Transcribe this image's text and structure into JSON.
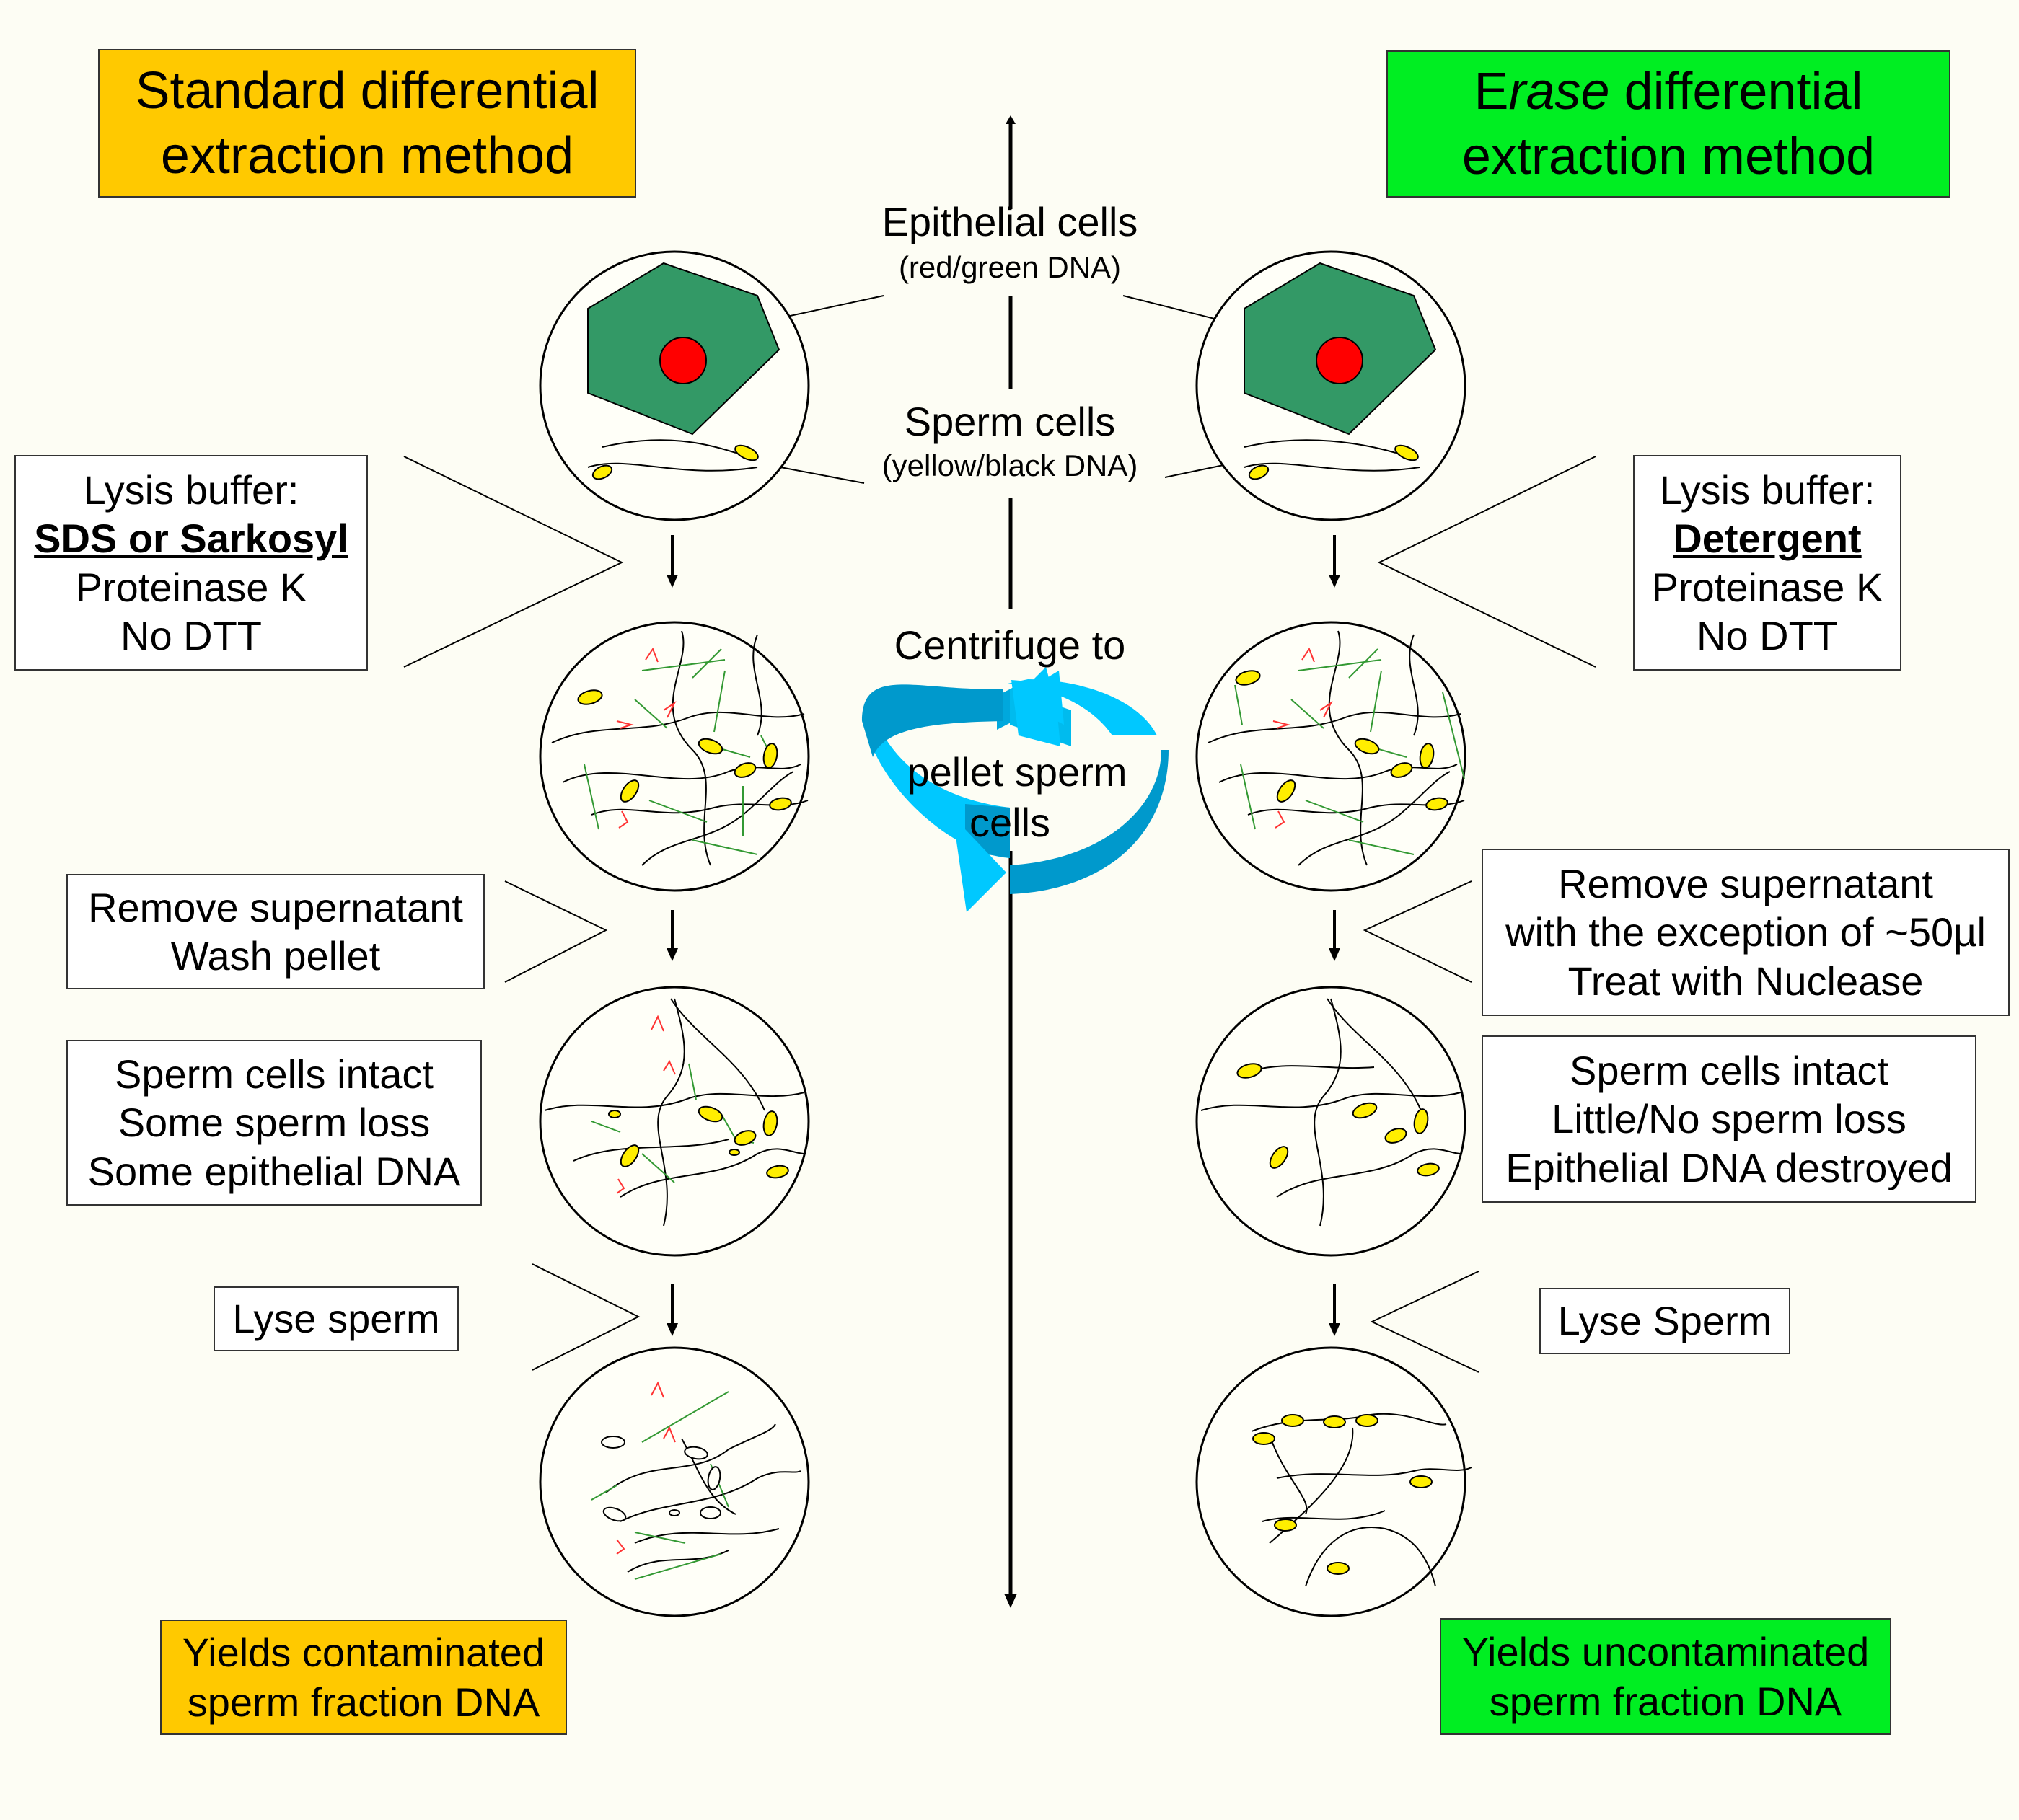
{
  "colors": {
    "background": "#fdfdf4",
    "standard_accent": "#ffc900",
    "erase_accent": "#00ee22",
    "epithelial_cell": "#339966",
    "epithelial_nucleus": "#ff0000",
    "sperm_head": "#ffee00",
    "centrifuge_arrow": "#00c8ff",
    "green_dna": "#339933",
    "red_dna": "#ff3333"
  },
  "left": {
    "title": [
      "Standard differential",
      "extraction method"
    ],
    "lysis": {
      "line1": "Lysis buffer:",
      "detergent": "SDS or Sarkosyl",
      "line3": "Proteinase K",
      "line4": "No DTT"
    },
    "remove": [
      "Remove supernatant",
      "Wash pellet"
    ],
    "status": [
      "Sperm cells intact",
      "Some sperm loss",
      "Some epithelial DNA"
    ],
    "lyse": "Lyse sperm",
    "result": [
      "Yields contaminated",
      "sperm fraction DNA"
    ]
  },
  "right": {
    "title": {
      "pre": "E",
      "italic": "rase",
      "post": " differential",
      "line2": "extraction method"
    },
    "lysis": {
      "line1": "Lysis buffer:",
      "detergent": "Detergent",
      "line3": "Proteinase K",
      "line4": "No DTT"
    },
    "remove": [
      "Remove supernatant",
      "with the exception of ~50µl",
      "Treat with Nuclease"
    ],
    "status": [
      "Sperm cells intact",
      "Little/No sperm loss",
      "Epithelial DNA destroyed"
    ],
    "lyse": "Lyse Sperm",
    "result": [
      "Yields uncontaminated",
      "sperm fraction DNA"
    ]
  },
  "center": {
    "epithelial": {
      "label": "Epithelial cells",
      "sub": "(red/green DNA)"
    },
    "sperm": {
      "label": "Sperm cells",
      "sub": "(yellow/black DNA)"
    },
    "centrifuge": {
      "line1": "Centrifuge to",
      "line2": "pellet sperm",
      "line3": "cells"
    }
  }
}
